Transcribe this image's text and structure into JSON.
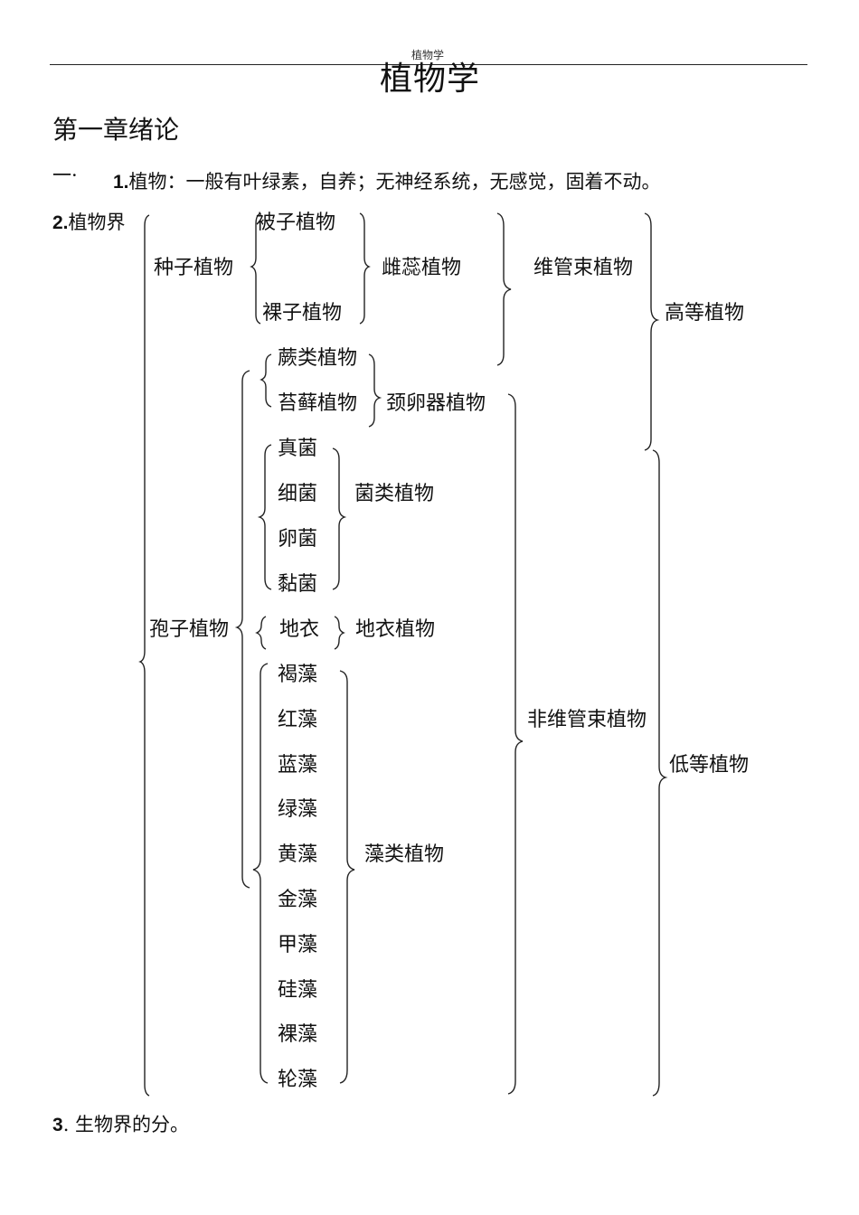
{
  "header": {
    "running_title": "植物学"
  },
  "doc": {
    "title": "植物学",
    "chapter": "第一章绪论",
    "section_mark": "一·",
    "p1_num": "1.",
    "p1_text": "植物：一般有叶绿素，自养；无神经系统，无感觉，固着不动。",
    "p2_num": "2.",
    "p2_text": "植物界",
    "p3_num": "3",
    "p3_text": ".  生物界的分。"
  },
  "tree": {
    "seed": "种子植物",
    "angio": "被子植物",
    "gymno": "裸子植物",
    "pistil": "雌蕊植物",
    "vascular": "维管束植物",
    "higher": "高等植物",
    "spore": "孢子植物",
    "fern": "蕨类植物",
    "moss": "苔藓植物",
    "archeg": "颈卵器植物",
    "fungi": [
      "真菌",
      "细菌",
      "卵菌",
      "黏菌"
    ],
    "fungi_group": "菌类植物",
    "lichen": "地衣",
    "lichen_group": "地衣植物",
    "algae": [
      "褐藻",
      "红藻",
      "蓝藻",
      "绿藻",
      "黄藻",
      "金藻",
      "甲藻",
      "硅藻",
      "裸藻",
      "轮藻"
    ],
    "algae_group": "藻类植物",
    "nonvascular": "非维管束植物",
    "lower": "低等植物"
  }
}
